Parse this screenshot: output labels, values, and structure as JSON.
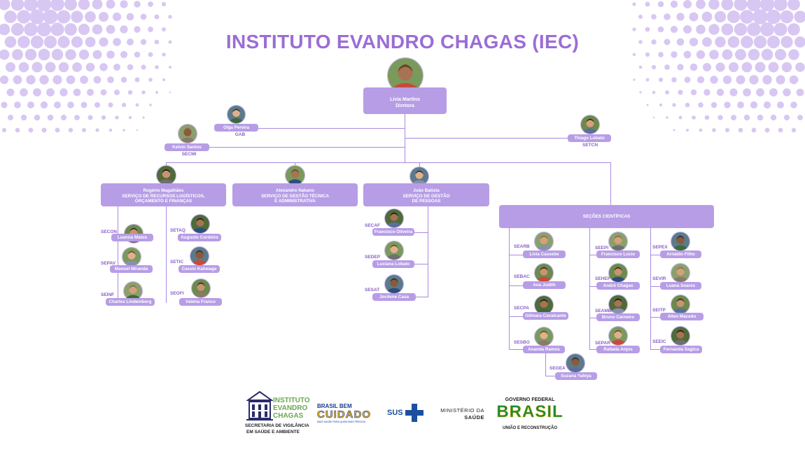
{
  "title": "INSTITUTO EVANDRO CHAGAS (IEC)",
  "colors": {
    "accent": "#9b6dd6",
    "box": "#b79de6",
    "dots": "#d8c7f2"
  },
  "director": {
    "name": "Lívia Martins",
    "role": "Diretora"
  },
  "staff": {
    "gab": {
      "name": "Olga Pereira",
      "code": "GAB"
    },
    "secmi": {
      "name": "Kelvin Santos",
      "code": "SECMI"
    },
    "setcn": {
      "name": "Thiago Lobato",
      "code": "SETCN"
    }
  },
  "services": {
    "s1": {
      "name": "Rogério Magalhães",
      "title1": "SERVIÇO DE RECURSOS LOGÍSTICOS,",
      "title2": "ORÇAMENTO E FINANÇAS"
    },
    "s2": {
      "name": "Alexandre Nakano",
      "title1": "SERVIÇO DE GESTÃO TÉCNICA",
      "title2": "E ADMINISTRATIVA"
    },
    "s3": {
      "name": "João Batista",
      "title1": "SERVIÇO DE GESTÃO",
      "title2": "DE PESSOAS"
    },
    "s4": {
      "title": "SEÇÕES CIENTÍFICAS"
    }
  },
  "sections": {
    "secon": {
      "code": "SECON",
      "name": "Luanna Matos"
    },
    "setaq": {
      "code": "SETAQ",
      "name": "Augusto Cordeiro"
    },
    "sepav": {
      "code": "SEPAV",
      "name": "Manoel Miranda"
    },
    "setic": {
      "code": "SETIC",
      "name": "Cassio Kahwage"
    },
    "seinf": {
      "code": "SEINF",
      "name": "Charles Lindemberg"
    },
    "seofi": {
      "code": "SEOFI",
      "name": "Valéria Franco"
    },
    "secaf": {
      "code": "SECAF",
      "name": "Francisco Oliveira"
    },
    "sedep": {
      "code": "SEDEP",
      "name": "Luciana Lobato"
    },
    "sesat": {
      "code": "SESAT",
      "name": "Jocilene Casa"
    },
    "searb": {
      "code": "SEARB",
      "name": "Lívia Cassebe"
    },
    "sebac": {
      "code": "SEBAC",
      "name": "Ana Judith"
    },
    "secpa": {
      "code": "SECPA",
      "name": "Gilmara Cavalcante"
    },
    "sesbo": {
      "code": "SESBO",
      "name": "Ananda Ramos"
    },
    "segea": {
      "code": "SEGEA",
      "name": "Suzana Yahiya"
    },
    "seepi": {
      "code": "SEEPI",
      "name": "Francisco Lucio"
    },
    "sehep": {
      "code": "SEHEP",
      "name": "André Chagas"
    },
    "seamb": {
      "code": "SEAMB",
      "name": "Bruno Carneiro"
    },
    "separ": {
      "code": "SEPAR",
      "name": "Rafaela Anjos"
    },
    "sepex": {
      "code": "SEPEX",
      "name": "Arnaldo Filho"
    },
    "sevir": {
      "code": "SEVIR",
      "name": "Luana Soares"
    },
    "seitp": {
      "code": "SEITP",
      "name": "Allen Macedo"
    },
    "seeic": {
      "code": "SEEIC",
      "name": "Fernanda Sagica"
    }
  },
  "footer": {
    "iec1": "INSTITUTO",
    "iec2": "EVANDRO",
    "iec3": "CHAGAS",
    "svsa1": "SECRETARIA DE VIGILÂNCIA",
    "svsa2": "EM SAÚDE E AMBIENTE",
    "bbc1": "BRASIL BEM",
    "bbc2": "CUIDADO",
    "bbc3": "MAIS SAÚDE PARA QUEM MAIS PRECISA",
    "sus": "SUS",
    "ms1": "MINISTÉRIO DA",
    "ms2": "SAÚDE",
    "gov1": "GOVERNO FEDERAL",
    "gov2": "BRASIL",
    "gov3": "UNIÃO E RECONSTRUÇÃO"
  }
}
